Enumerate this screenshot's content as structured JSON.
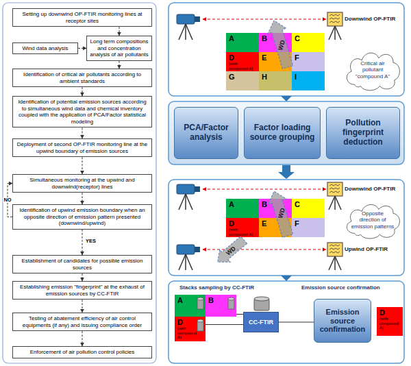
{
  "diagram": {
    "nodes": [
      {
        "text": [
          "Setting up downwind OP-FTIR monitoring lines at receptor sites"
        ]
      },
      {
        "text": [
          "Wind data analysis"
        ]
      },
      {
        "text": [
          "Long term compositions and concentration analysis of air pollutants"
        ]
      },
      {
        "text": [
          "Identification of critical air pollutants according to ambient standards"
        ]
      },
      {
        "text": [
          "Identification of potential emission sources according to simultaneous wind data and chemical inventory coupled with the application of PCA/Factor statistical modeling"
        ]
      },
      {
        "text": [
          "Deployment of second OP-FTIR monitoring line at the upwind boundary of emission sources"
        ]
      },
      {
        "text": [
          "Simultaneous monitoring at the upwind and downwind(receptor) lines"
        ]
      },
      {
        "text": [
          "Identification of upwind emission boundary when an opposite direction of emission pattern presented (downwind/upwind)"
        ]
      },
      {
        "text": [
          "Establishment of candidates for possible emission sources"
        ]
      },
      {
        "text": [
          "Establishing emission \"fingerprint\" at the exhaust of emission sources by CC-FTIR"
        ]
      },
      {
        "text": [
          "Testing of abatement efficiency of air control equipments (if any) and issuing compliance order"
        ]
      },
      {
        "text": [
          "Enforcement of air pollution control policies"
        ]
      },
      {
        "text": [
          "A"
        ]
      },
      {
        "text": [
          "B"
        ]
      },
      {
        "text": [
          "C"
        ]
      },
      {
        "text": [
          "D",
          "(with compound A)"
        ]
      },
      {
        "text": [
          "E"
        ]
      },
      {
        "text": [
          "F"
        ]
      },
      {
        "text": [
          "G"
        ]
      },
      {
        "text": [
          "H"
        ]
      },
      {
        "text": [
          "I"
        ]
      },
      {
        "text": [
          "Critical air pollutant \"compound A\""
        ]
      },
      {
        "text": [
          "PCA/Factor analysis"
        ]
      },
      {
        "text": [
          "Factor loading source grouping"
        ]
      },
      {
        "text": [
          "Pollution fingerprint deduction"
        ]
      },
      {
        "text": [
          "A"
        ]
      },
      {
        "text": [
          "B"
        ]
      },
      {
        "text": [
          "C"
        ]
      },
      {
        "text": [
          "D",
          "(with compound A)"
        ]
      },
      {
        "text": [
          "E"
        ]
      },
      {
        "text": [
          "F"
        ]
      },
      {
        "text": [
          "Opposite direction of emission patterns"
        ]
      },
      {
        "text": [
          "A"
        ]
      },
      {
        "text": [
          "B"
        ]
      },
      {
        "text": [
          "D",
          "(with compound A)"
        ]
      },
      {
        "text": [
          "CC-FTIR"
        ]
      },
      {
        "text": [
          "Emission source confirmation"
        ]
      },
      {
        "text": [
          "D",
          "(with compound A)"
        ]
      }
    ],
    "edges": [
      {
        "from": 0,
        "to": 2,
        "arrow": "to"
      },
      {
        "from": 1,
        "to": 2,
        "arrow": "to"
      },
      {
        "from": 2,
        "to": 3,
        "arrow": "to"
      },
      {
        "from": 3,
        "to": 4,
        "arrow": "to"
      },
      {
        "from": 4,
        "to": 5,
        "arrow": "to"
      },
      {
        "from": 5,
        "to": 6,
        "arrow": "to"
      },
      {
        "from": 6,
        "to": 7,
        "arrow": "to"
      },
      {
        "from": 7,
        "to": 6,
        "label": "NO",
        "arrow": "to"
      },
      {
        "from": 7,
        "to": 8,
        "label": "YES",
        "arrow": "to"
      },
      {
        "from": 8,
        "to": 9,
        "arrow": "to"
      },
      {
        "from": 9,
        "to": 10,
        "arrow": "to"
      },
      {
        "from": 10,
        "to": 11,
        "arrow": "to"
      },
      {
        "from": 33,
        "to": 35,
        "arrow": "none"
      },
      {
        "from": 34,
        "to": 35,
        "arrow": "none"
      },
      {
        "from": 35,
        "to": 36,
        "arrow": "none"
      }
    ],
    "labels": [
      "Downwind OP-FTIR",
      "WD",
      "Downwind OP-FTIR",
      "Upwind OP-FTIR",
      "WD",
      "WD",
      "Stacks sampling by CC-FTIR",
      "Emission source confirmation"
    ]
  }
}
